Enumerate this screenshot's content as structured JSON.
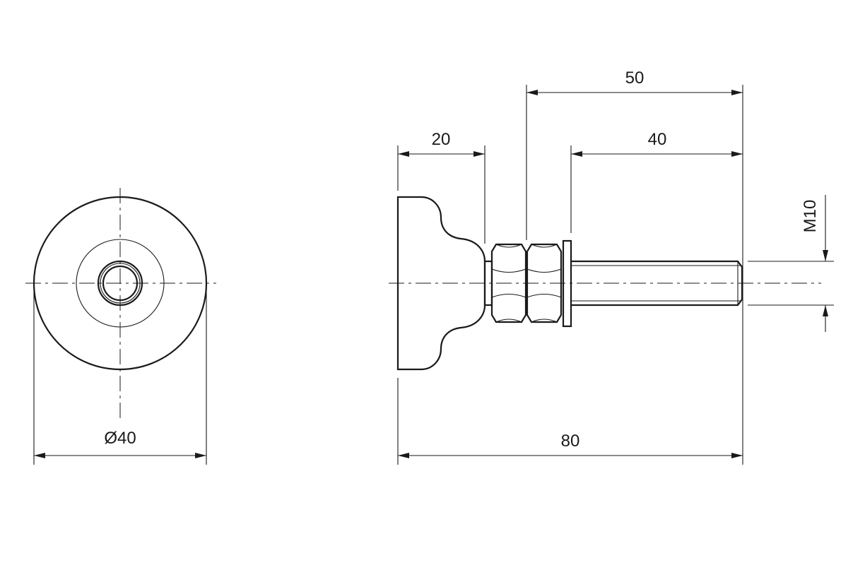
{
  "drawing": {
    "dimensions": {
      "diameter": "Ø40",
      "overall_length": "80",
      "knob_length": "20",
      "shaft_length": "50",
      "thread_length": "40",
      "thread_size": "M10"
    },
    "colors": {
      "line": "#1a1a1a",
      "background": "#ffffff"
    }
  }
}
